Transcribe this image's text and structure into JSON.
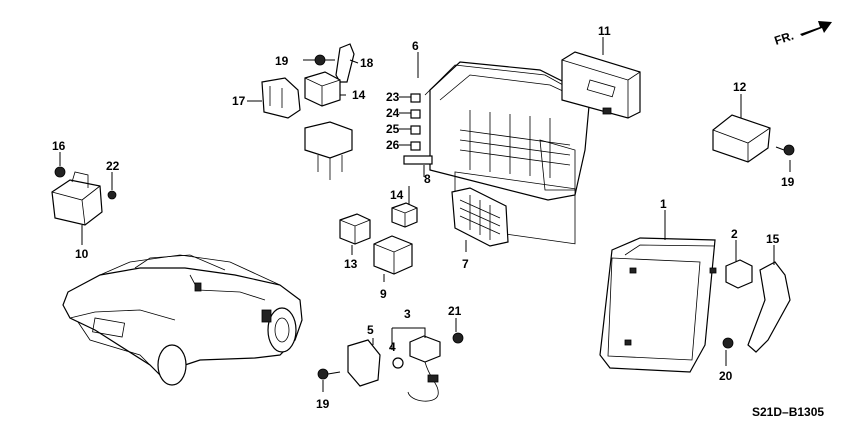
{
  "diagram_code": "S21D–B1305",
  "fr_label": "FR.",
  "callouts": [
    "1",
    "2",
    "3",
    "4",
    "5",
    "6",
    "7",
    "8",
    "9",
    "10",
    "11",
    "12",
    "13",
    "14",
    "14",
    "15",
    "16",
    "17",
    "18",
    "19",
    "19",
    "19",
    "20",
    "21",
    "22",
    "23",
    "24",
    "25",
    "26"
  ]
}
